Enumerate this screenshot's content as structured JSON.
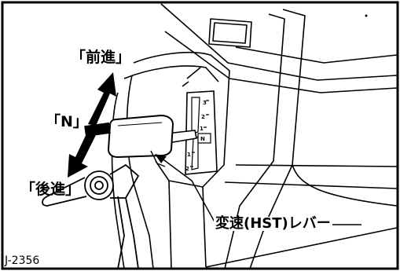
{
  "labels": {
    "forward": "「前進」",
    "neutral": "「N」",
    "reverse": "「後進」",
    "lever": "変速(HST)レバー",
    "figure_code": "J-2356"
  },
  "gate_marks": [
    "3",
    "2",
    "1",
    "N",
    "1",
    "2"
  ],
  "icons": [
    "forward-arrow-icon",
    "reverse-arrow-icon",
    "pointer-arrow-icon"
  ]
}
